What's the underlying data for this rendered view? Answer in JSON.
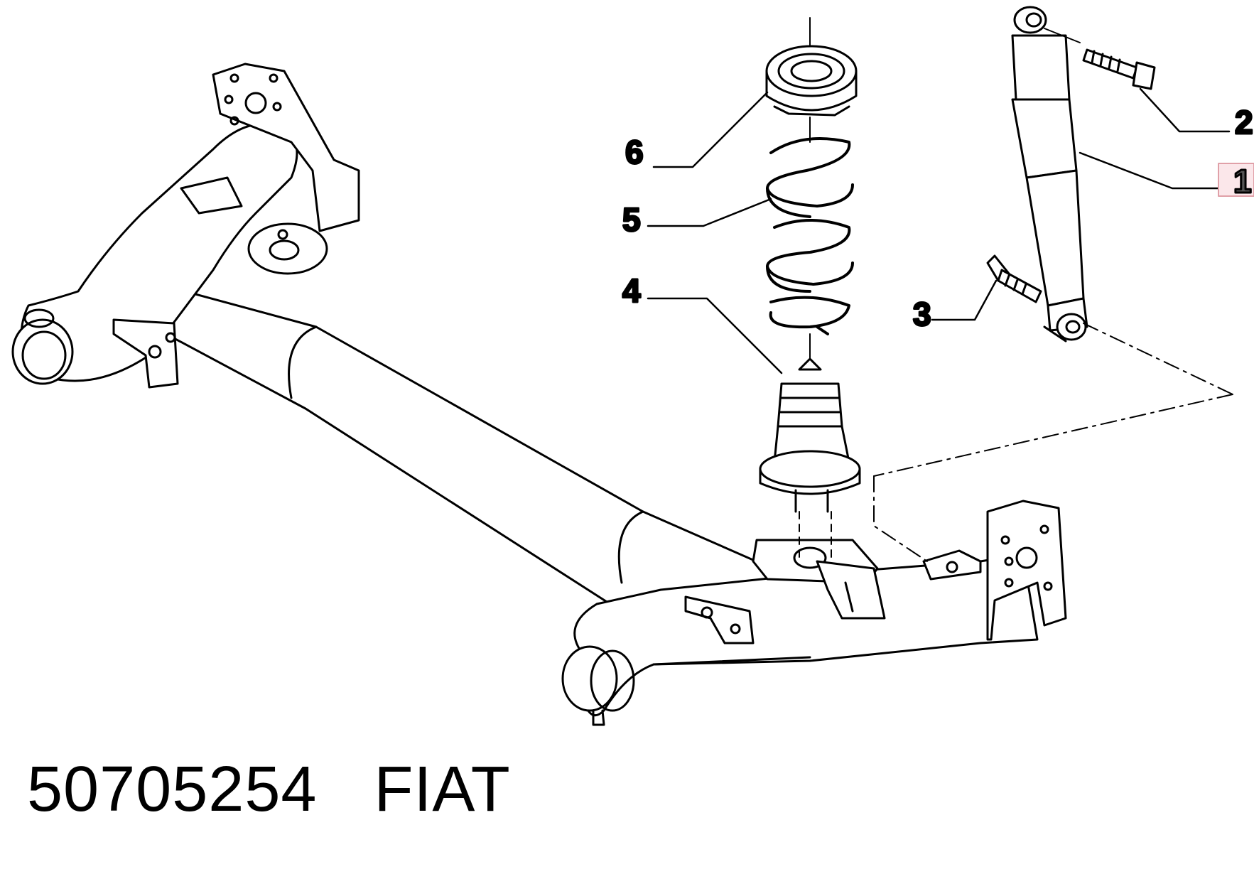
{
  "callouts": {
    "c1": "1",
    "c2": "2",
    "c3": "3",
    "c4": "4",
    "c5": "5",
    "c6": "6"
  },
  "highlight_color": "#e0a0a8",
  "caption": {
    "part_number": "50705254",
    "brand": "FIAT"
  }
}
